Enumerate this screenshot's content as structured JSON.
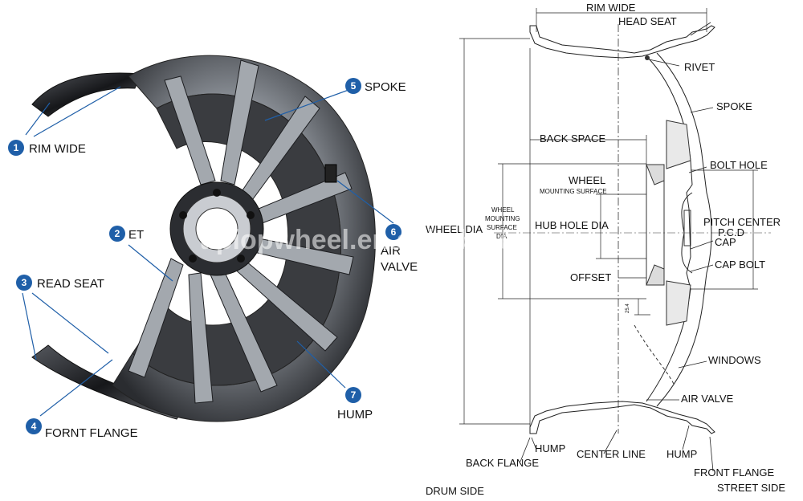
{
  "watermark": "tipiopwheel.en.alibaba.com",
  "colors": {
    "badge": "#1f5fa8",
    "metal": "#8a8f96",
    "dark": "#1c1d20"
  },
  "photo_labels": [
    {
      "num": "1",
      "text": "RIM WIDE"
    },
    {
      "num": "2",
      "text": "ET"
    },
    {
      "num": "3",
      "text": "READ SEAT"
    },
    {
      "num": "4",
      "text": "FORNT FLANGE"
    },
    {
      "num": "5",
      "text": "SPOKE"
    },
    {
      "num": "6",
      "text": "AIR",
      "text2": "VALVE"
    },
    {
      "num": "7",
      "text": "HUMP"
    }
  ],
  "drawing": {
    "rim_wide": "RIM WIDE",
    "head_seat": "HEAD SEAT",
    "rivet": "RIVET",
    "spoke": "SPOKE",
    "back_space": "BACK SPACE",
    "bolt_hole": "BOLT HOLE",
    "wheel": "WHEEL",
    "mounting_surface": "MOUNTING SURFACE",
    "pitch_center": "PITCH CENTER",
    "pcd": "P.C.D",
    "wheel_dia": "WHEEL DIA",
    "wheel_mounting_surface_dia": [
      "WHEEL",
      "MOUNTING",
      "SURFACE",
      "DIA"
    ],
    "hub_hole_dia": "HUB HOLE DIA",
    "cap": "CAP",
    "cap_bolt": "CAP BOLT",
    "offset": "OFFSET",
    "dim_25_4": "25.4",
    "windows": "WINDOWS",
    "air_valve": "AIR VALVE",
    "hump_left": "HUMP",
    "hump_right": "HUMP",
    "center_line": "CENTER LINE",
    "back_flange": "BACK FLANGE",
    "front_flange": "FRONT FLANGE",
    "drum_side": "DRUM SIDE",
    "street_side": "STREET SIDE"
  }
}
